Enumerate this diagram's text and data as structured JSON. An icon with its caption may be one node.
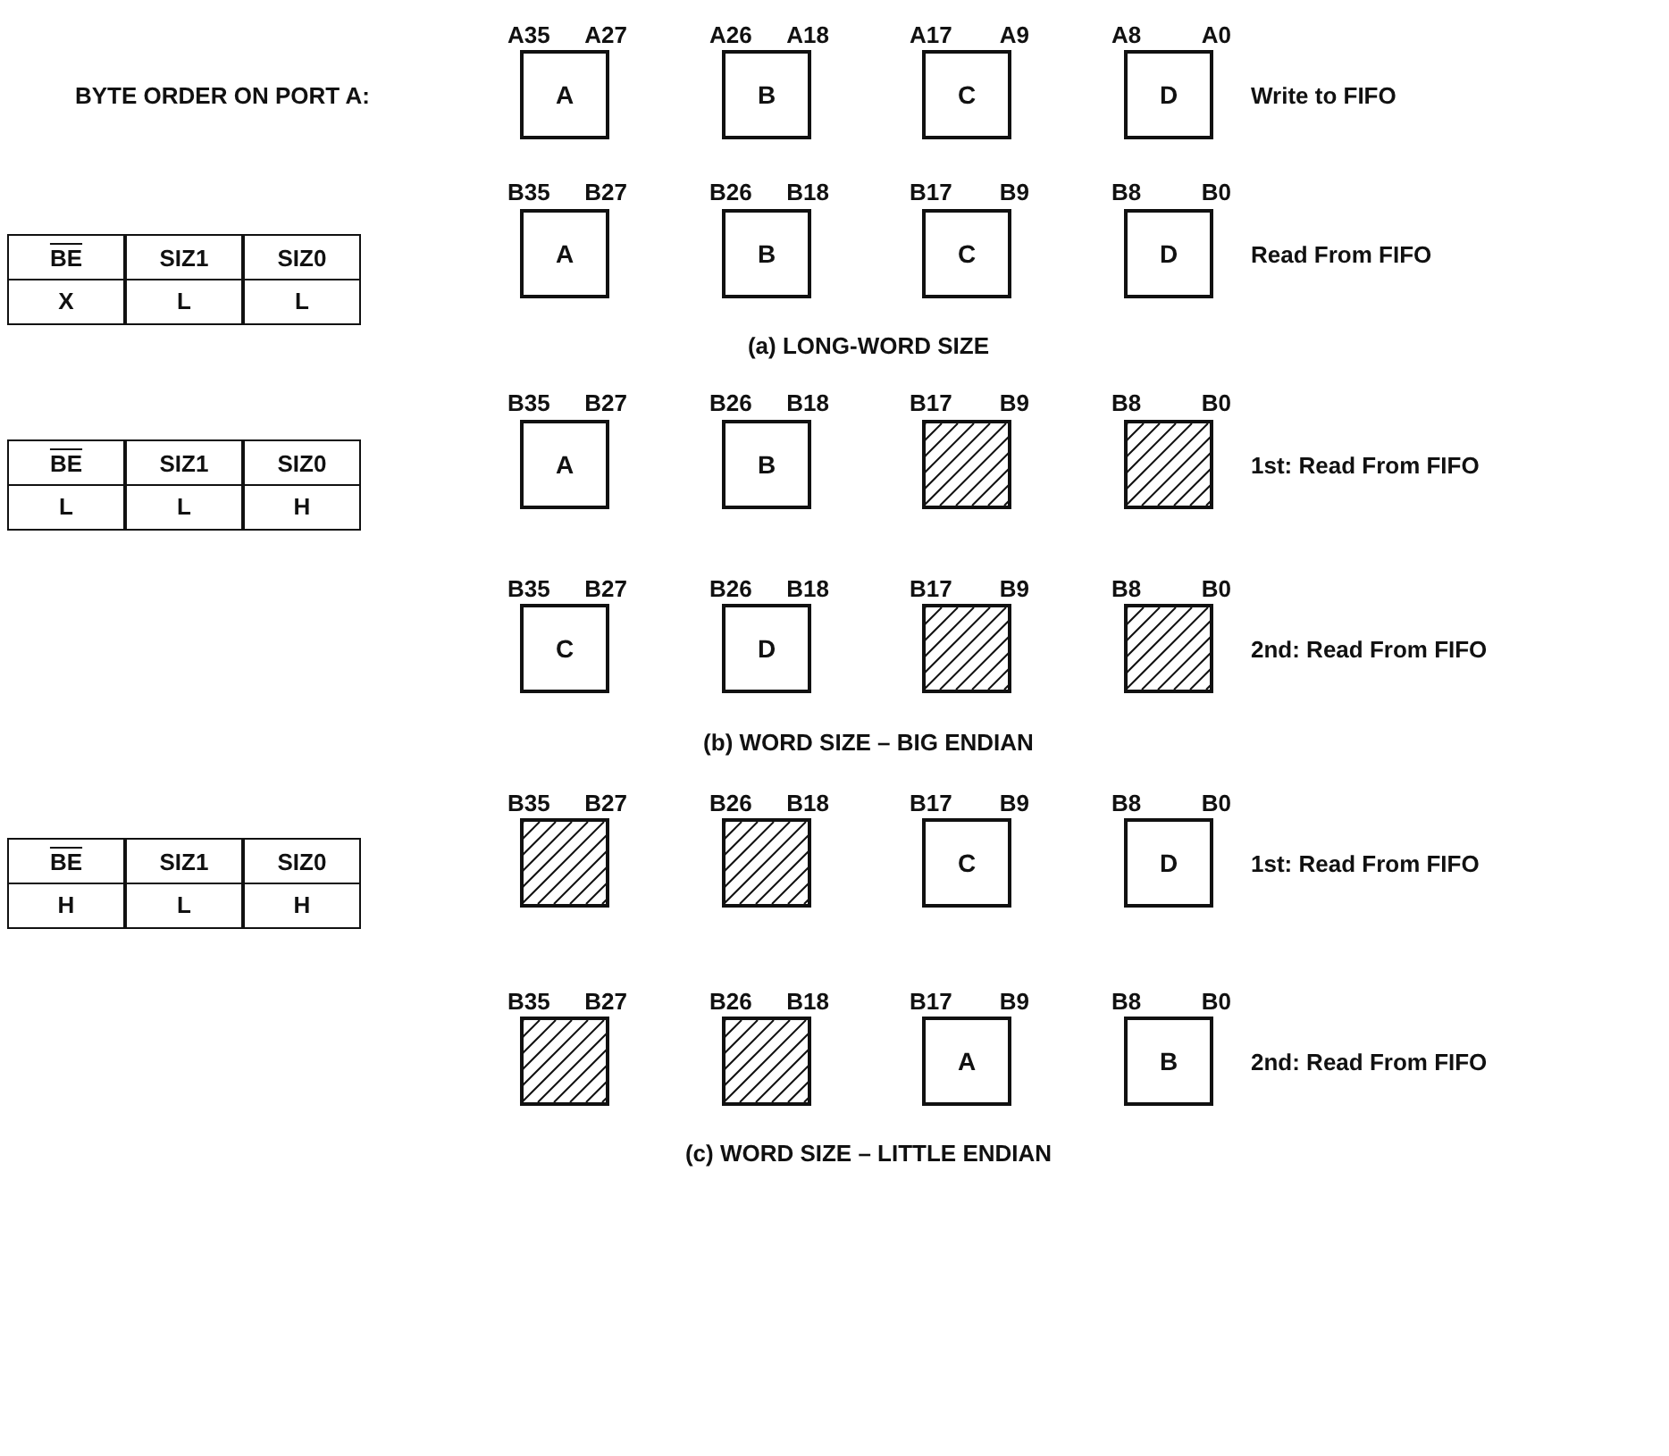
{
  "diagram": {
    "nodes": [
      {
        "text": [
          "A"
        ]
      },
      {
        "text": [
          "B"
        ]
      },
      {
        "text": [
          "C"
        ]
      },
      {
        "text": [
          "D"
        ]
      },
      {
        "text": [
          "A"
        ]
      },
      {
        "text": [
          "B"
        ]
      },
      {
        "text": [
          "C"
        ]
      },
      {
        "text": [
          "D"
        ]
      },
      {
        "text": [
          "A"
        ]
      },
      {
        "text": [
          "B"
        ]
      },
      {
        "text": [],
        "shape": "box"
      },
      {
        "text": [],
        "shape": "box"
      },
      {
        "text": [
          "C"
        ]
      },
      {
        "text": [
          "D"
        ]
      },
      {
        "text": [],
        "shape": "box"
      },
      {
        "text": [],
        "shape": "box"
      },
      {
        "text": [],
        "shape": "box"
      },
      {
        "text": [],
        "shape": "box"
      },
      {
        "text": [
          "C"
        ]
      },
      {
        "text": [
          "D"
        ]
      },
      {
        "text": [],
        "shape": "box"
      },
      {
        "text": [],
        "shape": "box"
      },
      {
        "text": [
          "A"
        ]
      },
      {
        "text": [
          "B"
        ]
      }
    ],
    "edges": [],
    "labels": [
      "A35",
      "A27",
      "A26",
      "A18",
      "A17",
      "A9",
      "A8",
      "A0",
      "BYTE ORDER ON PORT A:",
      "Write to FIFO",
      "B35",
      "B27",
      "B26",
      "B18",
      "B17",
      "B9",
      "B8",
      "B0",
      "BE",
      "SIZ1",
      "SIZ0",
      "X",
      "L",
      "L",
      "Read From FIFO",
      "(a) LONG-WORD SIZE",
      "B35",
      "B27",
      "B26",
      "B18",
      "B17",
      "B9",
      "B8",
      "B0",
      "BE",
      "SIZ1",
      "SIZ0",
      "L",
      "L",
      "H",
      "1st: Read From FIFO",
      "B35",
      "B27",
      "B26",
      "B18",
      "B17",
      "B9",
      "B8",
      "B0",
      "2nd: Read From FIFO",
      "(b) WORD SIZE – BIG ENDIAN",
      "B35",
      "B27",
      "B26",
      "B18",
      "B17",
      "B9",
      "B8",
      "B0",
      "BE",
      "SIZ1",
      "SIZ0",
      "H",
      "L",
      "H",
      "1st: Read From FIFO",
      "B35",
      "B27",
      "B26",
      "B18",
      "B17",
      "B9",
      "B8",
      "B0",
      "2nd: Read From FIFO",
      "(c) WORD SIZE – LITTLE ENDIAN"
    ]
  }
}
